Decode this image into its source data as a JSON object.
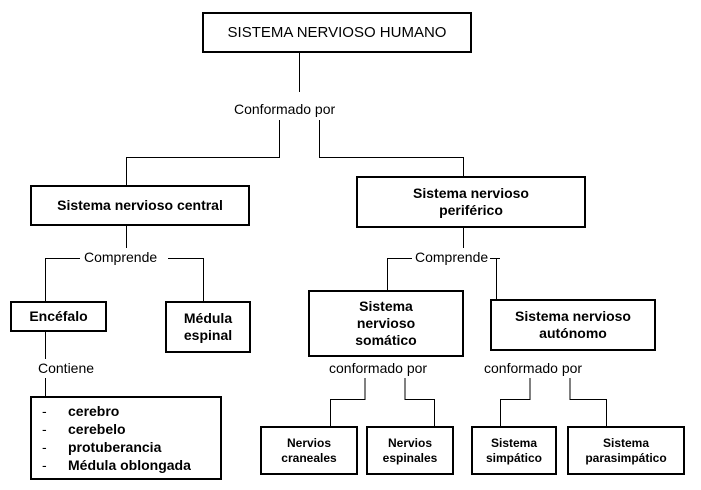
{
  "title": "SISTEMA NERVIOSO HUMANO",
  "connectors": {
    "conformado_top": "Conformado por",
    "comprende_left": "Comprende",
    "comprende_right": "Comprende",
    "contiene": "Contiene",
    "conformado_somatico": "conformado por",
    "conformado_autonomo": "conformado por"
  },
  "nodes": {
    "central": "Sistema nervioso central",
    "periferico_line1": "Sistema nervioso",
    "periferico_line2": "periférico",
    "encefalo": "Encéfalo",
    "medula_line1": "Médula",
    "medula_line2": "espinal",
    "somatico_line1": "Sistema",
    "somatico_line2": "nervioso",
    "somatico_line3": "somático",
    "autonomo_line1": "Sistema nervioso",
    "autonomo_line2": "autónomo",
    "craneales_line1": "Nervios",
    "craneales_line2": "craneales",
    "espinales_line1": "Nervios",
    "espinales_line2": "espinales",
    "simpatico_line1": "Sistema",
    "simpatico_line2": "simpático",
    "parasimpatico_line1": "Sistema",
    "parasimpatico_line2": "parasimpático"
  },
  "encefalo_items": {
    "dash": "-",
    "item1": "cerebro",
    "item2": "cerebelo",
    "item3": "protuberancia",
    "item4": "Médula oblongada"
  }
}
